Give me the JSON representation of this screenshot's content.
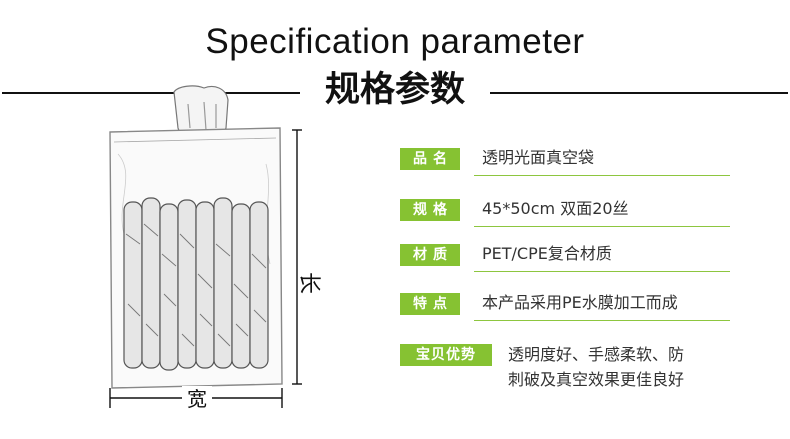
{
  "header": {
    "title_en": "Specification parameter",
    "title_cn": "规格参数"
  },
  "illustration": {
    "length_label": "长",
    "width_label": "宽"
  },
  "specs": [
    {
      "label": "品名",
      "value": "透明光面真空袋"
    },
    {
      "label": "规格",
      "value": "45*50cm 双面20丝"
    },
    {
      "label": "材质",
      "value": "PET/CPE复合材质"
    },
    {
      "label": "特点",
      "value": "本产品采用PE水膜加工而成"
    }
  ],
  "advantage": {
    "label": "宝贝优势",
    "line1": "透明度好、手感柔软、防",
    "line2": "刺破及真空效果更佳良好"
  },
  "colors": {
    "accent_green": "#86c232",
    "line_green": "#8dc63f",
    "title_black": "#111111"
  }
}
